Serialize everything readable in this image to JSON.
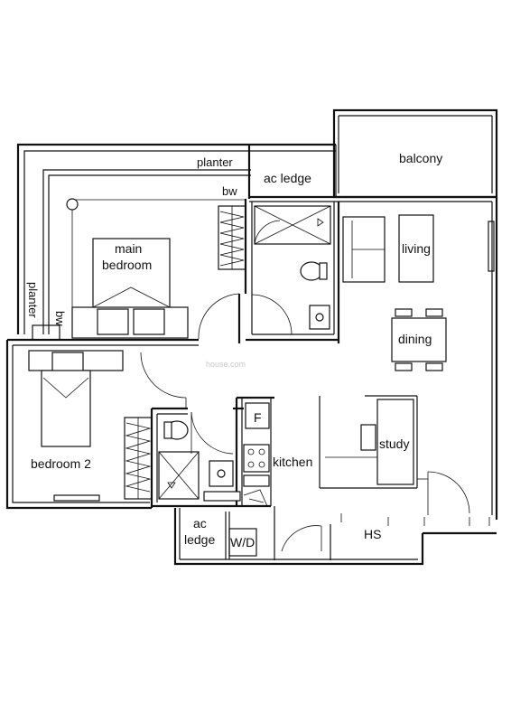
{
  "labels": {
    "planter_top": "planter",
    "planter_side": "planter",
    "bw_top": "bw",
    "bw_side": "bw",
    "ac_ledge_top": "ac ledge",
    "balcony": "balcony",
    "main_bedroom_line1": "main",
    "main_bedroom_line2": "bedroom",
    "living": "living",
    "dining": "dining",
    "bedroom2": "bedroom 2",
    "study": "study",
    "kitchen": "kitchen",
    "fridge": "F",
    "ac_ledge_bottom_line1": "ac",
    "ac_ledge_bottom_line2": "ledge",
    "wd": "W/D",
    "hs": "HS"
  },
  "watermark": "house.com"
}
